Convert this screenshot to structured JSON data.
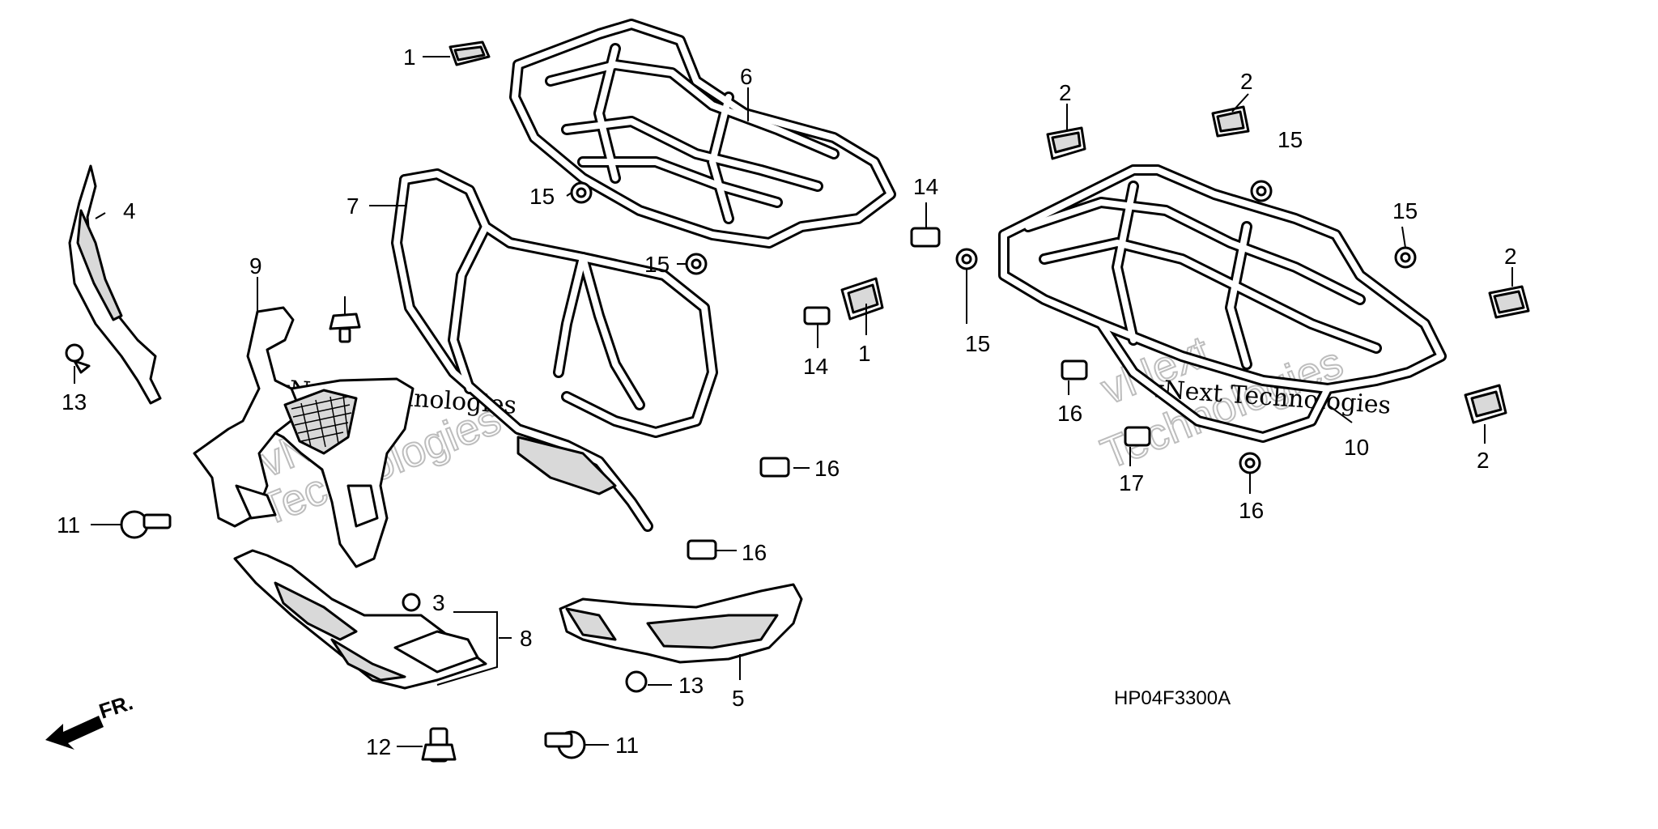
{
  "callouts": [
    {
      "id": "c1a",
      "label": "1"
    },
    {
      "id": "c1b",
      "label": "1"
    },
    {
      "id": "c2a",
      "label": "2"
    },
    {
      "id": "c2b",
      "label": "2"
    },
    {
      "id": "c2c",
      "label": "2"
    },
    {
      "id": "c2d",
      "label": "2"
    },
    {
      "id": "c3",
      "label": "3"
    },
    {
      "id": "c4",
      "label": "4"
    },
    {
      "id": "c5",
      "label": "5"
    },
    {
      "id": "c6",
      "label": "6"
    },
    {
      "id": "c7",
      "label": "7"
    },
    {
      "id": "c8",
      "label": "8"
    },
    {
      "id": "c9",
      "label": "9"
    },
    {
      "id": "c10",
      "label": "10"
    },
    {
      "id": "c11a",
      "label": "11"
    },
    {
      "id": "c11b",
      "label": "11"
    },
    {
      "id": "c12",
      "label": "12"
    },
    {
      "id": "c13a",
      "label": "13"
    },
    {
      "id": "c13b",
      "label": "13"
    },
    {
      "id": "c14a",
      "label": "14"
    },
    {
      "id": "c14b",
      "label": "14"
    },
    {
      "id": "c15a",
      "label": "15"
    },
    {
      "id": "c15b",
      "label": "15"
    },
    {
      "id": "c15c",
      "label": "15"
    },
    {
      "id": "c15d",
      "label": "15"
    },
    {
      "id": "c15e",
      "label": "15"
    },
    {
      "id": "c16a",
      "label": "16"
    },
    {
      "id": "c16b",
      "label": "16"
    },
    {
      "id": "c16c",
      "label": "16"
    },
    {
      "id": "c16d",
      "label": "16"
    },
    {
      "id": "c17",
      "label": "17"
    }
  ],
  "diagram_code": "HP04F3300A",
  "direction_label": "FR.",
  "watermark": {
    "line1": "vNext Technologies",
    "line2": "vNext Technologies"
  },
  "colors": {
    "ink": "#000000",
    "paper": "#ffffff",
    "watermark": "#bdbdbd",
    "shade": "#d9d9d9"
  }
}
